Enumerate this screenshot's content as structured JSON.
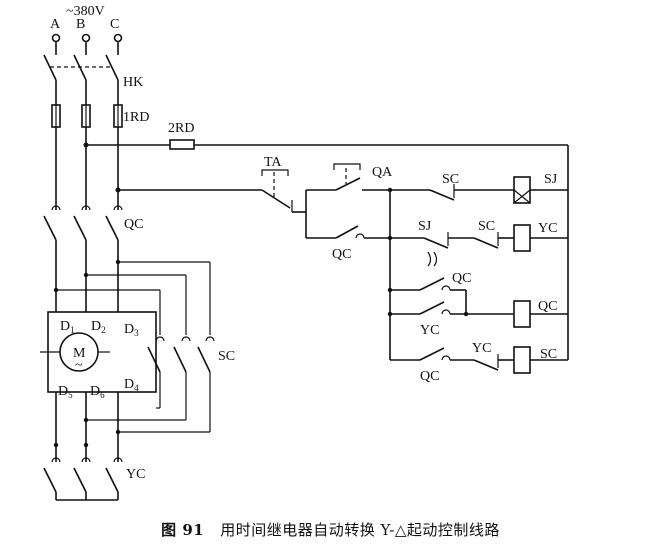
{
  "labels": {
    "supply_voltage": "~380V",
    "phase_a": "A",
    "phase_b": "B",
    "phase_c": "C",
    "knife_switch": "HK",
    "main_fuse": "1RD",
    "control_fuse": "2RD",
    "main_contactor_power": "QC",
    "star_contactor_power": "YC",
    "delta_contactor_power": "SC",
    "motor": "M",
    "motor_tilde": "~",
    "terminal_d1": "D",
    "terminal_d1_sub": "1",
    "terminal_d2": "D",
    "terminal_d2_sub": "2",
    "terminal_d3": "D",
    "terminal_d3_sub": "3",
    "terminal_d4": "D",
    "terminal_d4_sub": "4",
    "terminal_d5": "D",
    "terminal_d5_sub": "5",
    "terminal_d6": "D",
    "terminal_d6_sub": "6",
    "stop_button": "TA",
    "start_button": "QA",
    "qc_hold_contact": "QC",
    "sc_contact_1": "SC",
    "timer_coil": "SJ",
    "timer_contact": "SJ",
    "sc_contact_2": "SC",
    "star_coil": "YC",
    "qc_contact_2": "QC",
    "yc_contact_1": "YC",
    "main_coil": "QC",
    "qc_contact_3": "QC",
    "yc_contact_2": "YC",
    "delta_coil": "SC"
  },
  "caption": {
    "number": "图 91",
    "title": "用时间继电器自动转换 Y-△起动控制线路"
  }
}
